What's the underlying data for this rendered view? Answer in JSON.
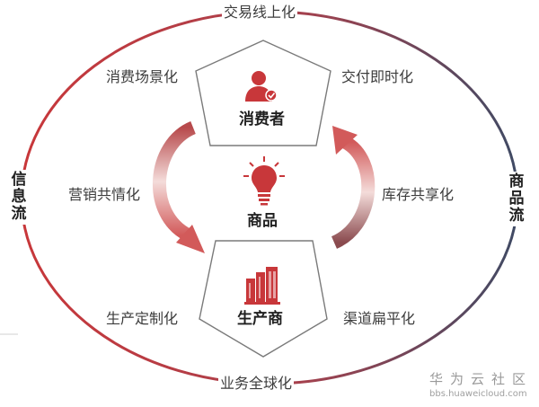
{
  "outer_labels": {
    "top": "交易线上化",
    "bottom": "业务全球化"
  },
  "side_labels": {
    "left": [
      "信",
      "息",
      "流"
    ],
    "right": [
      "商",
      "品",
      "流"
    ]
  },
  "inner_labels": {
    "top_left": "消费场景化",
    "top_right": "交付即时化",
    "mid_left": "营销共情化",
    "mid_right": "库存共享化",
    "bottom_left": "生产定制化",
    "bottom_right": "渠道扁平化"
  },
  "nodes": {
    "consumer": "消费者",
    "product": "商品",
    "producer": "生产商"
  },
  "watermark": {
    "title": "华为云社区",
    "url": "bbs.huaweicloud.com"
  },
  "colors": {
    "accent_red": "#c8373a",
    "flow_navy": "#4a4a66",
    "arrow_light": "#ecc8c6",
    "pentagon_stroke": "#7a7a7a"
  },
  "icons": [
    "user-check-icon",
    "lightbulb-icon",
    "factory-building-icon"
  ]
}
